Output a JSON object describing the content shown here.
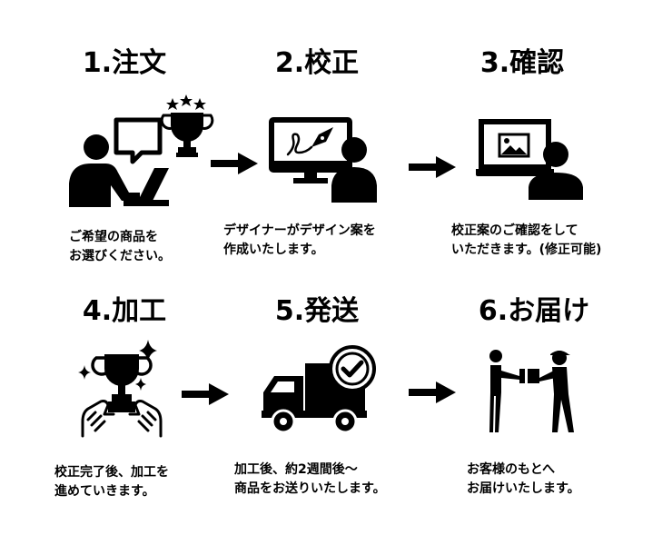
{
  "steps": [
    {
      "title": "1.注文",
      "desc_lines": [
        "ご希望の商品を",
        "お選びください。"
      ],
      "icon": "person-laptop-trophy-icon"
    },
    {
      "title": "2.校正",
      "desc_lines": [
        "デザイナーがデザイン案を",
        "作成いたします。"
      ],
      "icon": "designer-monitor-pen-icon"
    },
    {
      "title": "3.確認",
      "desc_lines": [
        "校正案のご確認をして",
        "いただきます。(修正可能)"
      ],
      "icon": "person-laptop-image-icon"
    },
    {
      "title": "4.加工",
      "desc_lines": [
        "校正完了後、加工を",
        "進めていきます。"
      ],
      "icon": "hands-trophy-sparkle-icon"
    },
    {
      "title": "5.発送",
      "desc_lines": [
        "加工後、約2週間後～",
        "商品をお送りいたします。"
      ],
      "icon": "truck-check-icon"
    },
    {
      "title": "6.お届け",
      "desc_lines": [
        "お客様のもとへ",
        "お届けいたします。"
      ],
      "icon": "courier-delivery-icon"
    }
  ],
  "arrow_icon": "arrow-right-icon",
  "colors": {
    "ink": "#000000",
    "background": "#ffffff"
  }
}
